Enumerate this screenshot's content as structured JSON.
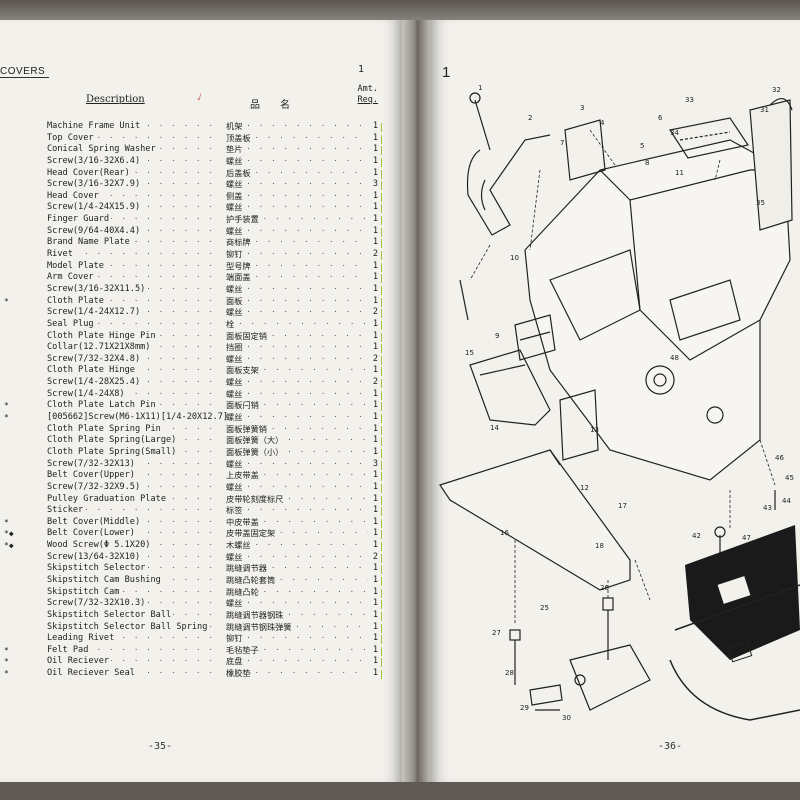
{
  "left_page": {
    "section_title": "COVERS",
    "figure_number": "1",
    "header": {
      "description": "Description",
      "chinese_name": "品　　名",
      "amt": "Amt.",
      "req": "Req."
    },
    "rows": [
      {
        "ref": "",
        "mark": "",
        "en": "Machine Frame Unit",
        "cn": "机架",
        "qty": "1"
      },
      {
        "ref": "",
        "mark": "",
        "en": "Top Cover",
        "cn": "顶盖板",
        "qty": "1"
      },
      {
        "ref": "",
        "mark": "",
        "en": "Conical Spring Washer",
        "cn": "垫片",
        "qty": "1"
      },
      {
        "ref": "",
        "mark": "",
        "en": "Screw(3/16-32X6.4)",
        "cn": "螺丝",
        "qty": "1"
      },
      {
        "ref": "",
        "mark": "",
        "en": "Head Cover(Rear)",
        "cn": "后盖板",
        "qty": "1"
      },
      {
        "ref": "",
        "mark": "",
        "en": "Screw(3/16-32X7.9)",
        "cn": "螺丝",
        "qty": "3"
      },
      {
        "ref": "",
        "mark": "",
        "en": "Head Cover",
        "cn": "侧盖",
        "qty": "1"
      },
      {
        "ref": "",
        "mark": "",
        "en": "Screw(1/4-24X15.9)",
        "cn": "螺丝",
        "qty": "1"
      },
      {
        "ref": "",
        "mark": "",
        "en": "Finger Guard",
        "cn": "护手装置",
        "qty": "1"
      },
      {
        "ref": "",
        "mark": "",
        "en": "Screw(9/64-40X4.4)",
        "cn": "螺丝",
        "qty": "1"
      },
      {
        "ref": "",
        "mark": "",
        "en": "Brand Name Plate",
        "cn": "商标牌",
        "qty": "1"
      },
      {
        "ref": "",
        "mark": "",
        "en": "Rivet",
        "cn": "铆钉",
        "qty": "2"
      },
      {
        "ref": "",
        "mark": "",
        "en": "Model Plate",
        "cn": "型号牌",
        "qty": "1"
      },
      {
        "ref": "",
        "mark": "",
        "en": "Arm Cover",
        "cn": "端面盖",
        "qty": "1"
      },
      {
        "ref": "",
        "mark": "",
        "en": "Screw(3/16-32X11.5)",
        "cn": "螺丝",
        "qty": "1"
      },
      {
        "ref": "",
        "mark": "*",
        "en": "Cloth Plate",
        "cn": "面板",
        "qty": "1"
      },
      {
        "ref": "",
        "mark": "",
        "en": "Screw(1/4-24X12.7)",
        "cn": "螺丝",
        "qty": "2"
      },
      {
        "ref": "",
        "mark": "",
        "en": "Seal Plug",
        "cn": "栓",
        "qty": "1"
      },
      {
        "ref": "",
        "mark": "",
        "en": "Cloth Plate Hinge Pin",
        "cn": "面板固定销",
        "qty": "1"
      },
      {
        "ref": "",
        "mark": "",
        "en": "Collar(12.71X21X8mm)",
        "cn": "挡圈",
        "qty": "1"
      },
      {
        "ref": "",
        "mark": "",
        "en": "Screw(7/32-32X4.8)",
        "cn": "螺丝",
        "qty": "2"
      },
      {
        "ref": "",
        "mark": "",
        "en": "Cloth Plate Hinge",
        "cn": "面板支架",
        "qty": "1"
      },
      {
        "ref": "",
        "mark": "",
        "en": "Screw(1/4-28X25.4)",
        "cn": "螺丝",
        "qty": "2"
      },
      {
        "ref": "",
        "mark": "",
        "en": "Screw(1/4-24X8)",
        "cn": "螺丝",
        "qty": "1"
      },
      {
        "ref": "",
        "mark": "*",
        "en": "Cloth Plate Latch Pin",
        "cn": "面板闩销",
        "qty": "1"
      },
      {
        "ref": "",
        "mark": "*",
        "en": "[005662]Screw(M6-1X11)[1/4-20X12.7]",
        "cn": "螺丝",
        "qty": "1"
      },
      {
        "ref": "",
        "mark": "",
        "en": "Cloth Plate Spring Pin",
        "cn": "面板弹簧销",
        "qty": "1"
      },
      {
        "ref": "",
        "mark": "",
        "en": "Cloth Plate Spring(Large)",
        "cn": "面板弹簧（大）",
        "qty": "1"
      },
      {
        "ref": "",
        "mark": "",
        "en": "Cloth Plate Spring(Small)",
        "cn": "面板弹簧（小）",
        "qty": "1"
      },
      {
        "ref": "",
        "mark": "",
        "en": "Screw(7/32-32X13)",
        "cn": "螺丝",
        "qty": "3"
      },
      {
        "ref": "",
        "mark": "",
        "en": "Belt Cover(Upper)",
        "cn": "上皮带盖",
        "qty": "1"
      },
      {
        "ref": "",
        "mark": "",
        "en": "Screw(7/32-32X9.5)",
        "cn": "螺丝",
        "qty": "1"
      },
      {
        "ref": "",
        "mark": "",
        "en": "Pulley Graduation Plate",
        "cn": "皮带轮刻度标尺",
        "qty": "1"
      },
      {
        "ref": "",
        "mark": "",
        "en": "Sticker",
        "cn": "标签",
        "qty": "1"
      },
      {
        "ref": "",
        "mark": "*",
        "en": "Belt Cover(Middle)",
        "cn": "中皮带盖",
        "qty": "1"
      },
      {
        "ref": "",
        "mark": "*◆",
        "en": "Belt Cover(Lower)",
        "cn": "皮带盖固定架",
        "qty": "1"
      },
      {
        "ref": "",
        "mark": "*◆",
        "en": "Wood Screw(Φ 5.1X20)",
        "cn": "木螺丝",
        "qty": "1"
      },
      {
        "ref": "",
        "mark": "",
        "en": "Screw(13/64-32X10)",
        "cn": "螺丝",
        "qty": "2"
      },
      {
        "ref": "",
        "mark": "",
        "en": "Skipstitch Selector",
        "cn": "跳缝调节器",
        "qty": "1"
      },
      {
        "ref": "",
        "mark": "",
        "en": "Skipstitch Cam Bushing",
        "cn": "跳缝凸轮套筒",
        "qty": "1"
      },
      {
        "ref": "",
        "mark": "",
        "en": "Skipstitch Cam",
        "cn": "跳缝凸轮",
        "qty": "1"
      },
      {
        "ref": "",
        "mark": "",
        "en": "Screw(7/32-32X10.3)",
        "cn": "螺丝",
        "qty": "1"
      },
      {
        "ref": "",
        "mark": "",
        "en": "Skipstitch Selector Ball",
        "cn": "跳缝调节器钢珠",
        "qty": "1"
      },
      {
        "ref": "",
        "mark": "",
        "en": "Skipstitch Selector Ball Spring",
        "cn": "跳缝调节钢珠弹簧",
        "qty": "1"
      },
      {
        "ref": "",
        "mark": "",
        "en": "Leading Rivet",
        "cn": "铆钉",
        "qty": "1"
      },
      {
        "ref": "",
        "mark": "*",
        "en": "Felt Pad",
        "cn": "毛毡垫子",
        "qty": "1"
      },
      {
        "ref": "",
        "mark": "*",
        "en": "Oil Reciever",
        "cn": "底盘",
        "qty": "1"
      },
      {
        "ref": "",
        "mark": "*",
        "en": "Oil Reciever Seal",
        "cn": "橡胶垫",
        "qty": "1"
      }
    ],
    "page_number": "-35-"
  },
  "right_page": {
    "figure_number": "1",
    "page_number": "-36-",
    "callouts": [
      "1",
      "2",
      "3",
      "4",
      "5",
      "6",
      "7",
      "8",
      "9",
      "10",
      "11",
      "12",
      "13",
      "14",
      "15",
      "16",
      "17",
      "18",
      "25",
      "26",
      "27",
      "28",
      "29",
      "30",
      "31",
      "32",
      "33",
      "34",
      "35",
      "42",
      "43",
      "44",
      "45",
      "46",
      "47",
      "48"
    ]
  }
}
